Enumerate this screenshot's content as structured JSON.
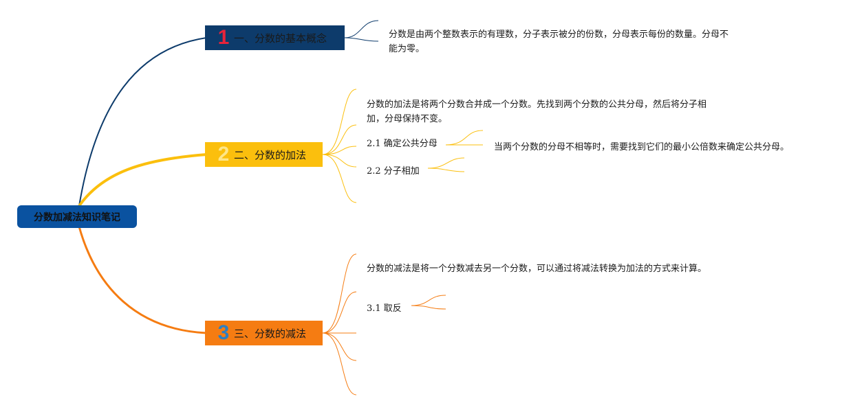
{
  "root": {
    "label": "分数加减法知识笔记"
  },
  "branches": [
    {
      "number": "1",
      "title": "一、分数的基本概念",
      "color": "#0d3b6b",
      "num_color": "#e8233a",
      "line_color": "#0d3b6b",
      "note": "分数是由两个整数表示的有理数，分子表示被分的份数，分母表示每份的数量。分母不能为零。"
    },
    {
      "number": "2",
      "title": "二、分数的加法",
      "color": "#fbbf0d",
      "num_color": "#fde68a",
      "line_color": "#fbbf0d",
      "note": "分数的加法是将两个分数合并成一个分数。先找到两个分数的公共分母，然后将分子相加，分母保持不变。",
      "subs": [
        {
          "label": "2.1 确定公共分母",
          "note": "当两个分数的分母不相等时，需要找到它们的最小公倍数来确定公共分母。"
        },
        {
          "label": "2.2 分子相加"
        }
      ]
    },
    {
      "number": "3",
      "title": "三、分数的减法",
      "color": "#f57c12",
      "num_color": "#2f7fc1",
      "line_color": "#f57c12",
      "note": "分数的减法是将一个分数减去另一个分数，可以通过将减法转换为加法的方式来计算。",
      "subs": [
        {
          "label": "3.1 取反"
        }
      ]
    }
  ]
}
